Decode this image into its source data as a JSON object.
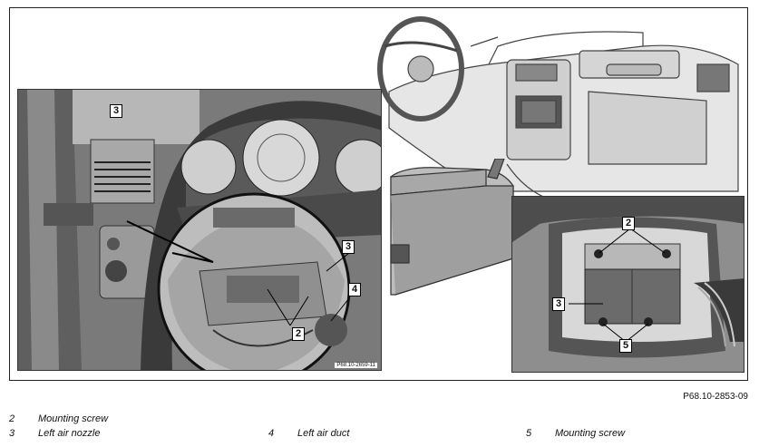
{
  "figure": {
    "reference_main": "P68.10-2853-09",
    "reference_inset": "P68.10-2659-11"
  },
  "callouts": {
    "left_3a": "3",
    "left_3b": "3",
    "left_4": "4",
    "left_2": "2",
    "right_2": "2",
    "right_3": "3",
    "right_5": "5"
  },
  "legend": [
    {
      "number": "2",
      "label": "Mounting screw"
    },
    {
      "number": "3",
      "label": "Left air nozzle"
    },
    {
      "number": "4",
      "label": "Left air duct"
    },
    {
      "number": "5",
      "label": "Mounting screw"
    }
  ]
}
